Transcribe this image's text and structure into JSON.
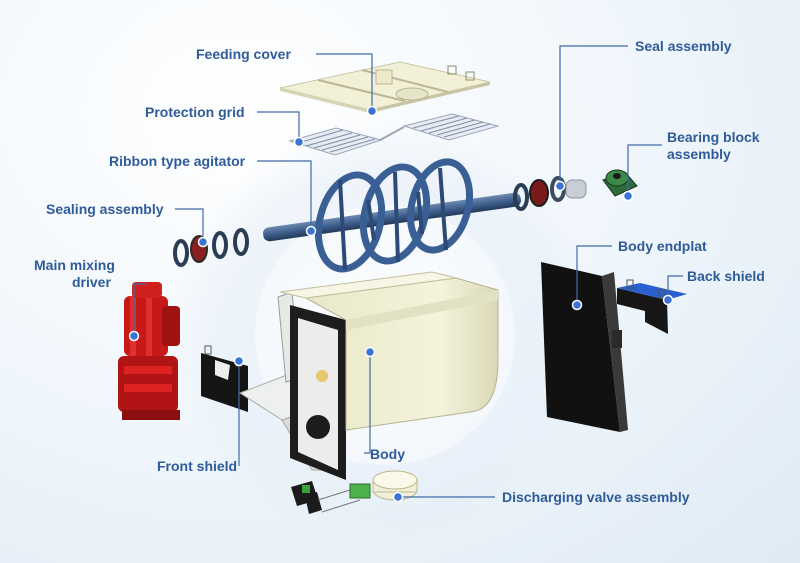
{
  "labels": {
    "feeding_cover": "Feeding cover",
    "protection_grid": "Protection grid",
    "ribbon_agitator": "Ribbon type agitator",
    "sealing_assembly": "Sealing assembly",
    "main_mixing_driver_1": "Main mixing",
    "main_mixing_driver_2": "driver",
    "front_shield": "Front shield",
    "body": "Body",
    "discharging_valve_assembly": "Discharging valve assembly",
    "seal_assembly": "Seal assembly",
    "bearing_block_1": "Bearing block",
    "bearing_block_2": "assembly",
    "body_endplat": "Body endplat",
    "back_shield": "Back shield"
  },
  "colors": {
    "label_text": "#2f5b9a",
    "leader_dot": "#3a72d6",
    "motor_red": "#c81818",
    "agitator_blue": "#3a5f95",
    "body_cream": "#f4f3dc"
  }
}
